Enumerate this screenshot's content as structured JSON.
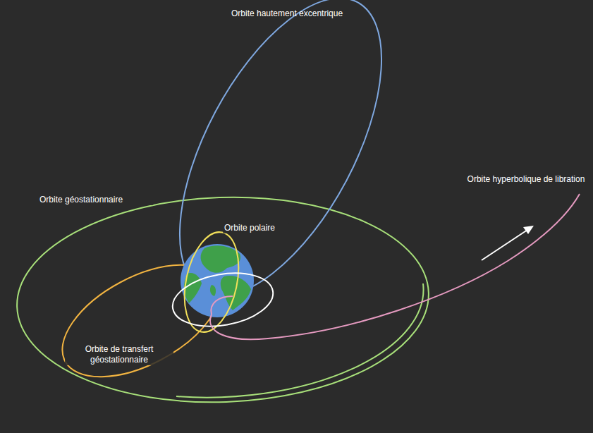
{
  "diagram": {
    "labels": [
      "Orbite hautement excentrique",
      "Orbite hyperbolique de libration",
      "Orbite géostationnaire",
      "Orbite polaire",
      "Orbite de transfert géostationnaire"
    ]
  }
}
